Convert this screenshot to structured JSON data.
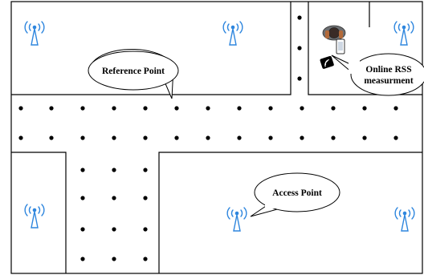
{
  "diagram": {
    "colors": {
      "wall": "#000000",
      "reference_point": "#000000",
      "access_point": "#2e86de",
      "background": "#ffffff"
    },
    "callouts": {
      "reference_point": "Reference Point",
      "online_rss_line1": "Online RSS",
      "online_rss_line2": "measurment",
      "access_point": "Access Point"
    },
    "icons": [
      "access-point-icon",
      "person-with-phone-icon",
      "smartphone-icon"
    ]
  }
}
